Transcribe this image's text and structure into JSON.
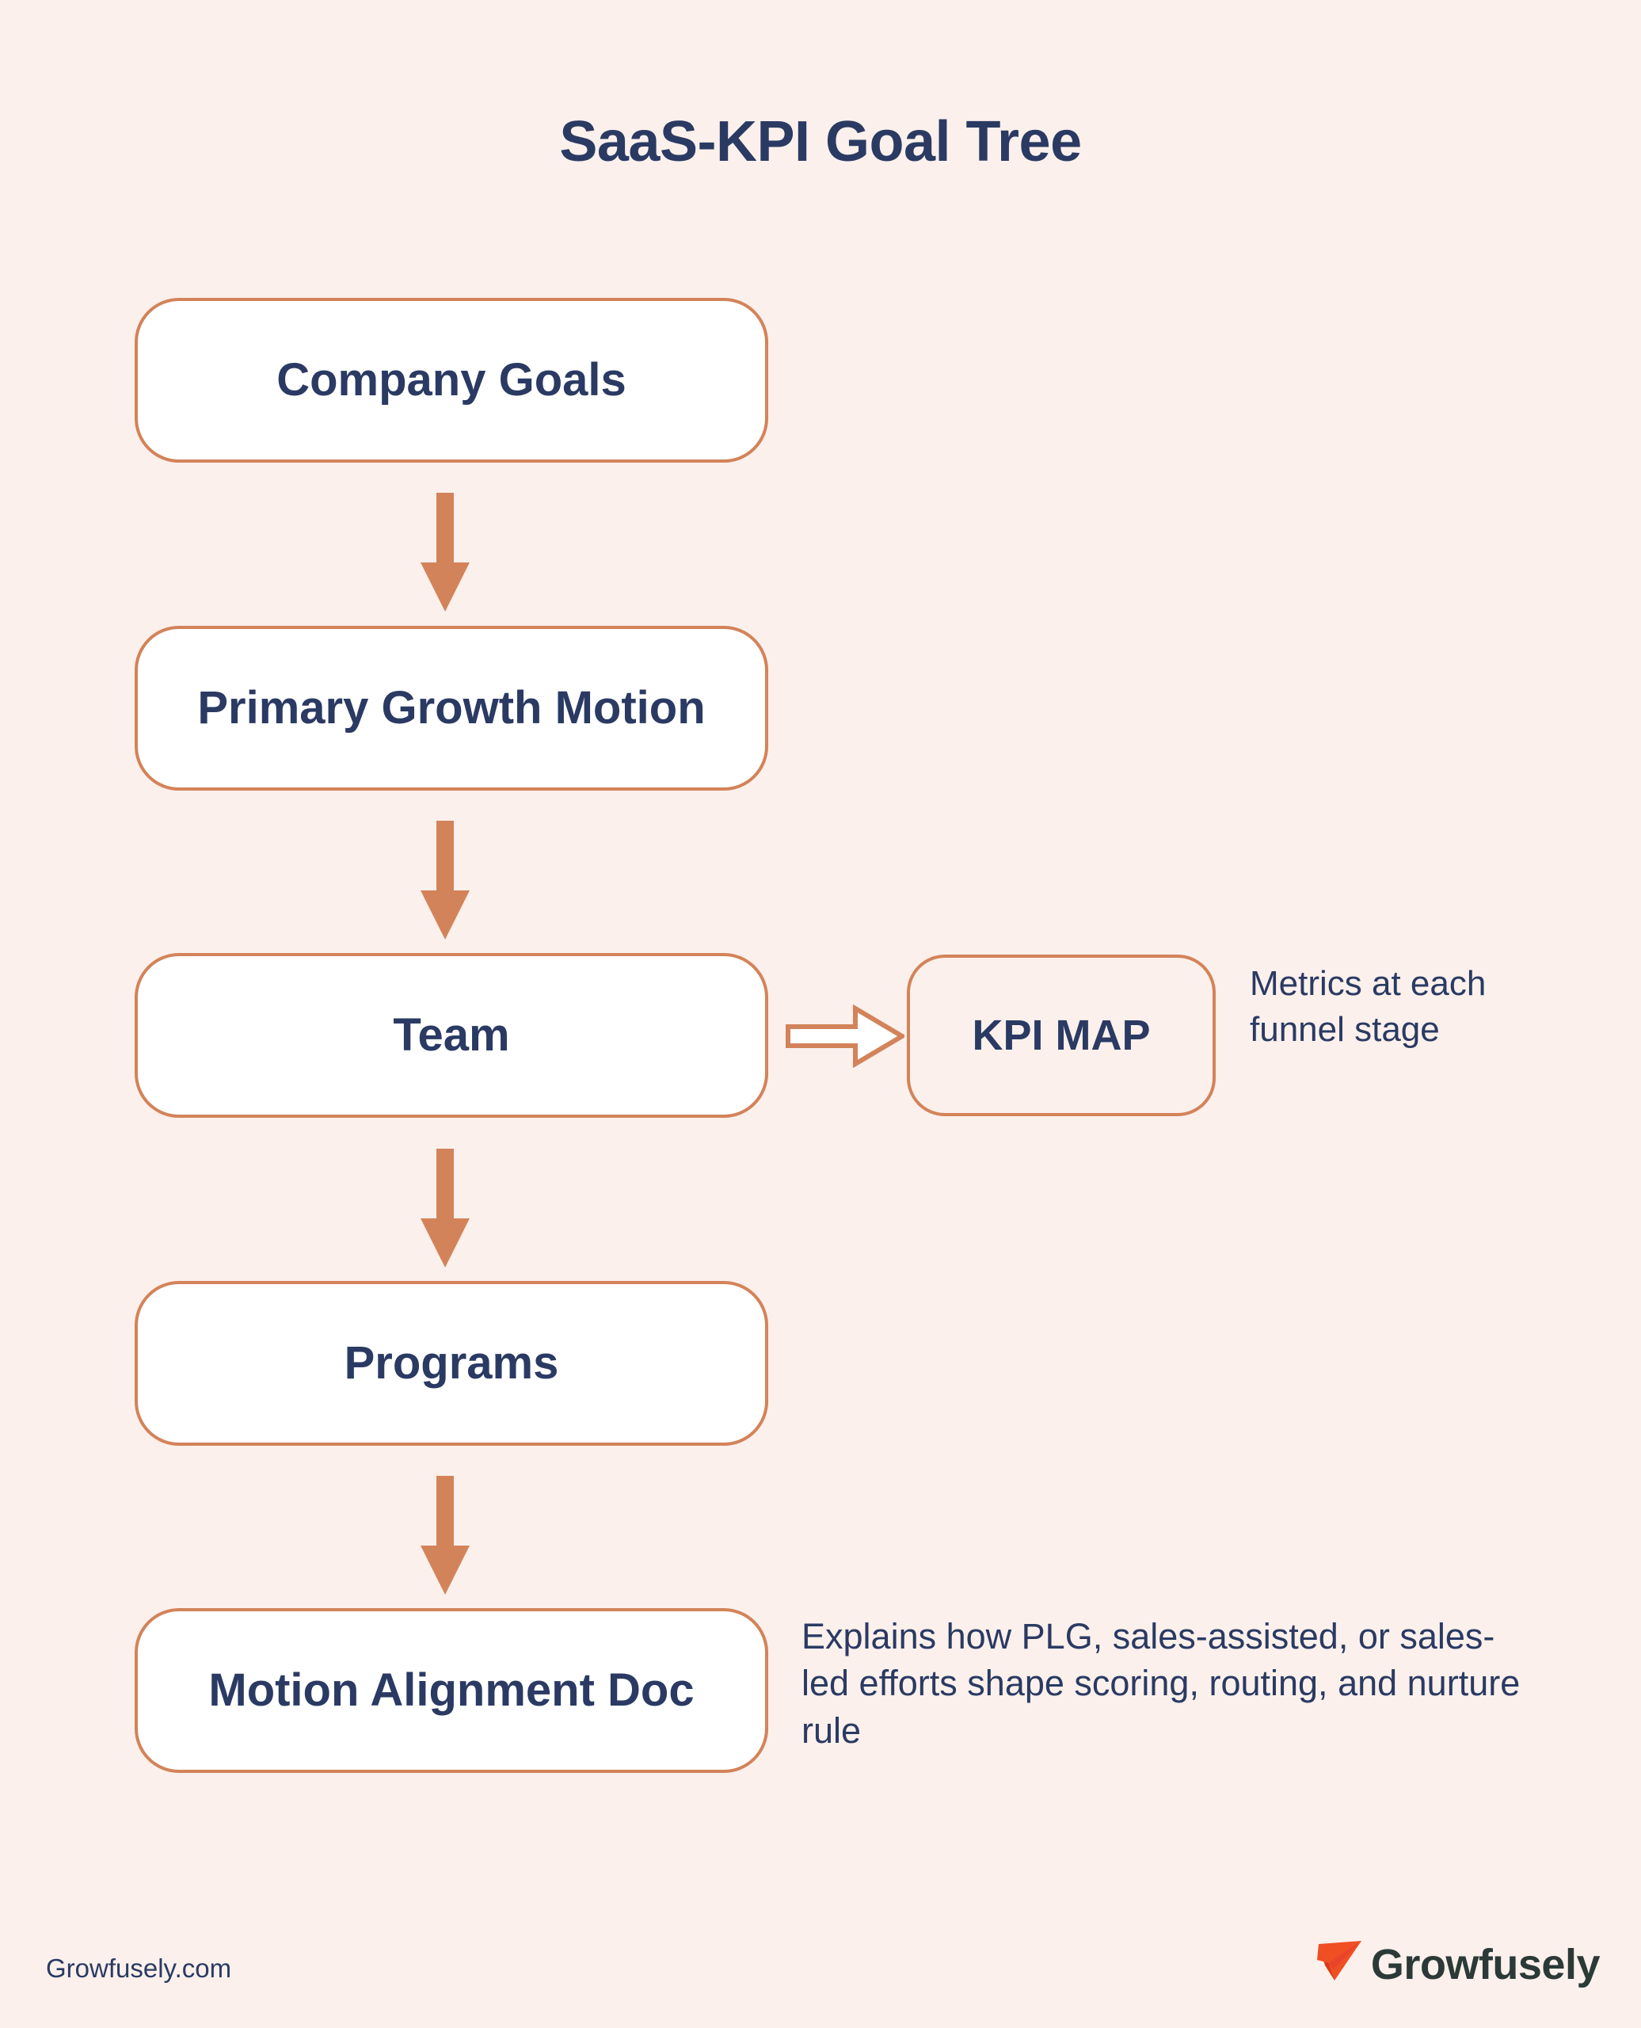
{
  "page": {
    "title": "SaaS-KPI Goal Tree",
    "background_color": "#FBF0EB",
    "accent_color": "#D3835A",
    "text_color": "#2A3A63",
    "logo_color": "#F04E23"
  },
  "nodes": [
    {
      "id": "company-goals",
      "label": "Company Goals"
    },
    {
      "id": "growth-motion",
      "label": "Primary Growth Motion"
    },
    {
      "id": "team",
      "label": "Team"
    },
    {
      "id": "programs",
      "label": "Programs"
    },
    {
      "id": "motion-doc",
      "label": "Motion Alignment Doc"
    },
    {
      "id": "kpi-map",
      "label": "KPI MAP"
    }
  ],
  "annotations": {
    "kpi_map": "Metrics at each funnel stage",
    "motion_doc": "Explains how PLG, sales-assisted, or sales-led efforts shape scoring, routing, and nurture rule"
  },
  "arrows": [
    {
      "id": "arrow-1",
      "from": "company-goals",
      "to": "growth-motion",
      "style": "solid-down"
    },
    {
      "id": "arrow-2",
      "from": "growth-motion",
      "to": "team",
      "style": "solid-down"
    },
    {
      "id": "arrow-3",
      "from": "team",
      "to": "programs",
      "style": "solid-down"
    },
    {
      "id": "arrow-4",
      "from": "programs",
      "to": "motion-doc",
      "style": "solid-down"
    },
    {
      "id": "arrow-team-kpi",
      "from": "team",
      "to": "kpi-map",
      "style": "hollow-right"
    }
  ],
  "footer": {
    "url": "Growfusely.com",
    "brand": "Growfusely",
    "logo_icon": "paper-plane-icon"
  }
}
